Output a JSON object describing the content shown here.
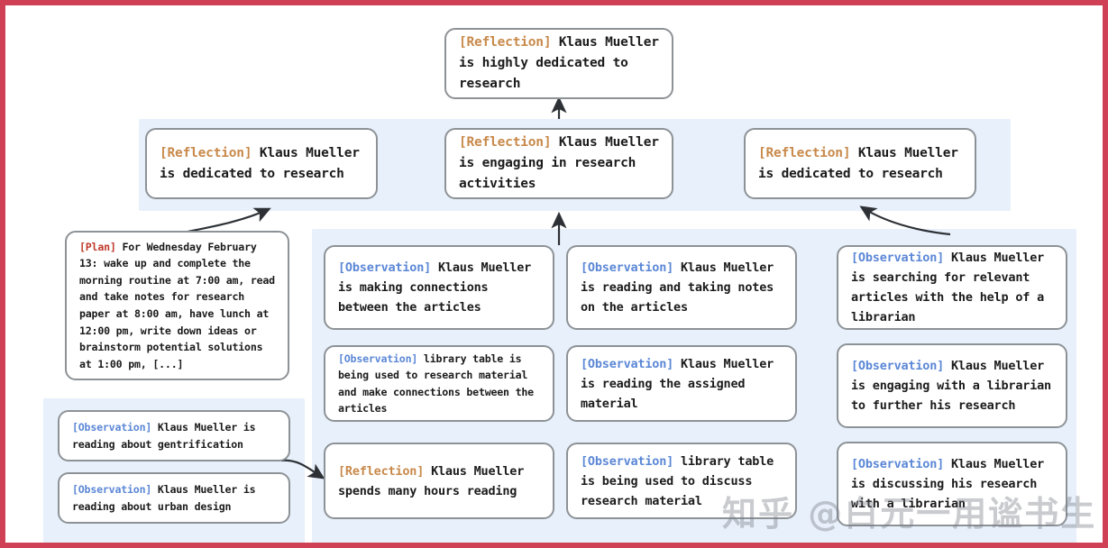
{
  "frame": {
    "border_color": "#cf4055",
    "panel_color": "#e8f0fb"
  },
  "tags": {
    "reflection": "[Reflection]",
    "observation": "[Observation]",
    "plan": "[Plan]",
    "reflection_color": "#c8894a",
    "observation_color": "#5b87d6",
    "plan_color": "#c0392b"
  },
  "top_node": {
    "tag": "[Reflection]",
    "text": " Klaus Mueller is highly dedicated to research"
  },
  "reflection_row": [
    {
      "tag": "[Reflection]",
      "text": " Klaus Mueller is dedicated to research"
    },
    {
      "tag": "[Reflection]",
      "text": " Klaus Mueller is engaging in research activities"
    },
    {
      "tag": "[Reflection]",
      "text": " Klaus Mueller is dedicated to research"
    }
  ],
  "plan_node": {
    "tag": "[Plan]",
    "text": " For Wednesday February 13: wake up and complete the morning routine at 7:00 am, read and take notes for research paper at 8:00 am, have lunch at 12:00 pm, write down ideas or brainstorm potential solutions at 1:00 pm, [...]"
  },
  "bottom_left_nodes": [
    {
      "tag": "[Observation]",
      "text": " Klaus Mueller is reading about gentrification"
    },
    {
      "tag": "[Observation]",
      "text": " Klaus Mueller is reading about urban design"
    }
  ],
  "column_one": [
    {
      "tag": "[Observation]",
      "text": " Klaus Mueller is making connections between the articles",
      "size": "big"
    },
    {
      "tag": "[Observation]",
      "text": " library table is being used to research material and make connections between the articles",
      "size": "small"
    },
    {
      "tag": "[Reflection]",
      "text": " Klaus Mueller spends many hours reading",
      "size": "big"
    }
  ],
  "column_two": [
    {
      "tag": "[Observation]",
      "text": " Klaus Mueller is reading and taking notes on the articles",
      "size": "big"
    },
    {
      "tag": "[Observation]",
      "text": " Klaus Mueller is reading the assigned material",
      "size": "big"
    },
    {
      "tag": "[Observation]",
      "text": " library table is being used to discuss research material",
      "size": "big"
    }
  ],
  "column_three": [
    {
      "tag": "[Observation]",
      "text": " Klaus Mueller is searching for relevant articles with the help of a librarian",
      "size": "big"
    },
    {
      "tag": "[Observation]",
      "text": " Klaus Mueller is engaging with a librarian to further his research",
      "size": "big"
    },
    {
      "tag": "[Observation]",
      "text": " Klaus Mueller is discussing his research with a librarian",
      "size": "big"
    }
  ],
  "watermark": "知乎 @白元一用谧书生"
}
